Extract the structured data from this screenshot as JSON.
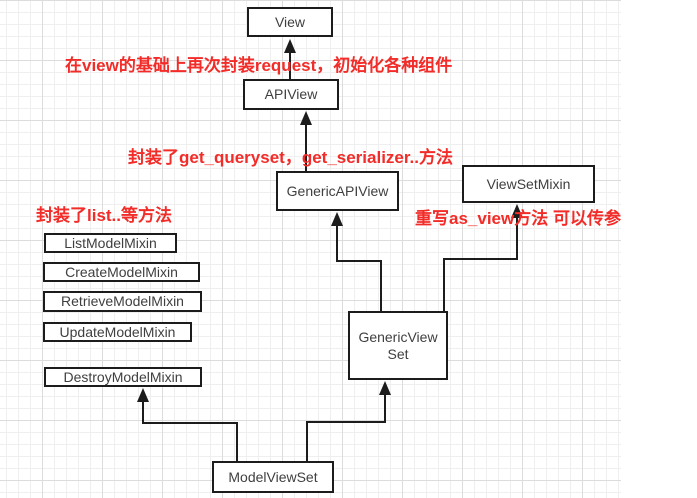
{
  "diagram": {
    "nodes": {
      "view": {
        "label": "View"
      },
      "apiview": {
        "label": "APIView"
      },
      "generic_apiview": {
        "label": "GenericAPIView"
      },
      "viewset_mixin": {
        "label": "ViewSetMixin"
      },
      "list_model_mixin": {
        "label": "ListModelMixin"
      },
      "create_model_mixin": {
        "label": "CreateModelMixin"
      },
      "retrieve_model_mixin": {
        "label": "RetrieveModelMixin"
      },
      "update_model_mixin": {
        "label": "UpdateModelMixin"
      },
      "destroy_model_mixin": {
        "label": "DestroyModelMixin"
      },
      "generic_viewset": {
        "label": "GenericView Set"
      },
      "model_viewset": {
        "label": "ModelViewSet"
      }
    },
    "annotations": {
      "request_note": "在view的基础上再次封装request，初始化各种组件",
      "queryset_note": "封装了get_queryset，get_serializer..方法",
      "list_note": "封装了list..等方法",
      "asview_note": "重写as_view方法 可以传参"
    },
    "edges": [
      {
        "from": "APIView",
        "to": "View"
      },
      {
        "from": "GenericAPIView",
        "to": "APIView"
      },
      {
        "from": "GenericViewSet",
        "to": "GenericAPIView"
      },
      {
        "from": "GenericViewSet",
        "to": "ViewSetMixin"
      },
      {
        "from": "ModelViewSet",
        "to": "DestroyModelMixin"
      },
      {
        "from": "ModelViewSet",
        "to": "GenericViewSet"
      }
    ],
    "colors": {
      "annotation_red": "#f22c28",
      "box_border": "#1c1c1c",
      "box_text": "#3f3f3f",
      "grid_minor": "#efefef",
      "grid_major": "#dcdcdc"
    }
  }
}
